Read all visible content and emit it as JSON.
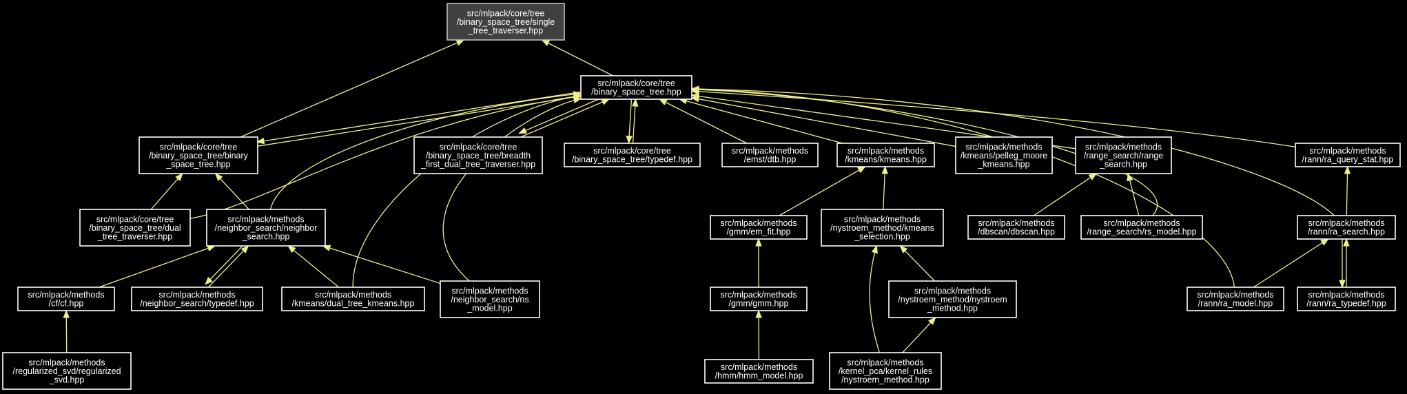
{
  "nodes": [
    {
      "id": "single",
      "root": true,
      "lines": [
        "src/mlpack/core/tree",
        "/binary_space_tree/single",
        "_tree_traverser.hpp"
      ]
    },
    {
      "id": "bst",
      "lines": [
        "src/mlpack/core/tree",
        "/binary_space_tree.hpp"
      ]
    },
    {
      "id": "bstbin",
      "lines": [
        "src/mlpack/core/tree",
        "/binary_space_tree/binary",
        "_space_tree.hpp"
      ]
    },
    {
      "id": "breadth",
      "lines": [
        "src/mlpack/core/tree",
        "/binary_space_tree/breadth",
        "_first_dual_tree_traverser.hpp"
      ]
    },
    {
      "id": "typedef_tree",
      "lines": [
        "src/mlpack/core/tree",
        "/binary_space_tree/typedef.hpp"
      ]
    },
    {
      "id": "dtb",
      "lines": [
        "src/mlpack/methods",
        "/emst/dtb.hpp"
      ]
    },
    {
      "id": "kmeans",
      "lines": [
        "src/mlpack/methods",
        "/kmeans/kmeans.hpp"
      ]
    },
    {
      "id": "pelleg",
      "lines": [
        "src/mlpack/methods",
        "/kmeans/pelleg_moore",
        "_kmeans.hpp"
      ]
    },
    {
      "id": "range",
      "lines": [
        "src/mlpack/methods",
        "/range_search/range",
        "_search.hpp"
      ]
    },
    {
      "id": "raqs",
      "lines": [
        "src/mlpack/methods",
        "/rann/ra_query_stat.hpp"
      ]
    },
    {
      "id": "dualtrav",
      "lines": [
        "src/mlpack/core/tree",
        "/binary_space_tree/dual",
        "_tree_traverser.hpp"
      ]
    },
    {
      "id": "ns",
      "lines": [
        "src/mlpack/methods",
        "/neighbor_search/neighbor",
        "_search.hpp"
      ]
    },
    {
      "id": "emfit",
      "lines": [
        "src/mlpack/methods",
        "/gmm/em_fit.hpp"
      ]
    },
    {
      "id": "nkmsel",
      "lines": [
        "src/mlpack/methods",
        "/nystroem_method/kmeans",
        "_selection.hpp"
      ]
    },
    {
      "id": "dbscan",
      "lines": [
        "src/mlpack/methods",
        "/dbscan/dbscan.hpp"
      ]
    },
    {
      "id": "rsmodel",
      "lines": [
        "src/mlpack/methods",
        "/range_search/rs_model.hpp"
      ]
    },
    {
      "id": "rasearch",
      "lines": [
        "src/mlpack/methods",
        "/rann/ra_search.hpp"
      ]
    },
    {
      "id": "cf",
      "lines": [
        "src/mlpack/methods",
        "/cf/cf.hpp"
      ]
    },
    {
      "id": "nstypedef",
      "lines": [
        "src/mlpack/methods",
        "/neighbor_search/typedef.hpp"
      ]
    },
    {
      "id": "dtkm",
      "lines": [
        "src/mlpack/methods",
        "/kmeans/dual_tree_kmeans.hpp"
      ]
    },
    {
      "id": "nsmodel",
      "lines": [
        "src/mlpack/methods",
        "/neighbor_search/ns",
        "_model.hpp"
      ]
    },
    {
      "id": "gmm",
      "lines": [
        "src/mlpack/methods",
        "/gmm/gmm.hpp"
      ]
    },
    {
      "id": "nystroem",
      "lines": [
        "src/mlpack/methods",
        "/nystroem_method/nystroem",
        "_method.hpp"
      ]
    },
    {
      "id": "ramodel",
      "lines": [
        "src/mlpack/methods",
        "/rann/ra_model.hpp"
      ]
    },
    {
      "id": "ratypedef",
      "lines": [
        "src/mlpack/methods",
        "/rann/ra_typedef.hpp"
      ]
    },
    {
      "id": "regsvd",
      "lines": [
        "src/mlpack/methods",
        "/regularized_svd/regularized",
        "_svd.hpp"
      ]
    },
    {
      "id": "hmm",
      "lines": [
        "src/mlpack/methods",
        "/hmm/hmm_model.hpp"
      ]
    },
    {
      "id": "kpca",
      "lines": [
        "src/mlpack/methods",
        "/kernel_pca/kernel_rules",
        "/nystroem_method.hpp"
      ]
    }
  ],
  "edges": [
    {
      "from": "bst",
      "to": "single"
    },
    {
      "from": "bstbin",
      "to": "single"
    },
    {
      "from": "bstbin",
      "to": "bst"
    },
    {
      "from": "breadth",
      "to": "bst"
    },
    {
      "from": "typedef_tree",
      "to": "bst"
    },
    {
      "from": "dtb",
      "to": "bst"
    },
    {
      "from": "kmeans",
      "to": "bst"
    },
    {
      "from": "pelleg",
      "to": "bst"
    },
    {
      "from": "range",
      "to": "bst"
    },
    {
      "from": "raqs",
      "to": "bst"
    },
    {
      "from": "dualtrav",
      "to": "bst"
    },
    {
      "from": "ns",
      "to": "bst"
    },
    {
      "from": "dtkm",
      "to": "bst"
    },
    {
      "from": "nsmodel",
      "to": "bst"
    },
    {
      "from": "rsmodel",
      "to": "bst"
    },
    {
      "from": "ramodel",
      "to": "bst"
    },
    {
      "from": "rasearch",
      "to": "bst"
    },
    {
      "from": "bst",
      "to": "bstbin"
    },
    {
      "from": "bst",
      "to": "breadth"
    },
    {
      "from": "bst",
      "to": "typedef_tree"
    },
    {
      "from": "dualtrav",
      "to": "bstbin"
    },
    {
      "from": "ns",
      "to": "bstbin"
    },
    {
      "from": "emfit",
      "to": "kmeans"
    },
    {
      "from": "nkmsel",
      "to": "kmeans"
    },
    {
      "from": "dbscan",
      "to": "range"
    },
    {
      "from": "rsmodel",
      "to": "range"
    },
    {
      "from": "rasearch",
      "to": "raqs"
    },
    {
      "from": "cf",
      "to": "ns"
    },
    {
      "from": "nstypedef",
      "to": "ns"
    },
    {
      "from": "ns",
      "to": "nstypedef"
    },
    {
      "from": "dtkm",
      "to": "ns"
    },
    {
      "from": "nsmodel",
      "to": "ns"
    },
    {
      "from": "regsvd",
      "to": "cf"
    },
    {
      "from": "gmm",
      "to": "emfit"
    },
    {
      "from": "hmm",
      "to": "gmm"
    },
    {
      "from": "kpca",
      "to": "nkmsel"
    },
    {
      "from": "nystroem",
      "to": "nkmsel"
    },
    {
      "from": "kpca",
      "to": "nystroem"
    },
    {
      "from": "ramodel",
      "to": "rasearch"
    },
    {
      "from": "ratypedef",
      "to": "rasearch"
    },
    {
      "from": "rasearch",
      "to": "ratypedef"
    }
  ]
}
